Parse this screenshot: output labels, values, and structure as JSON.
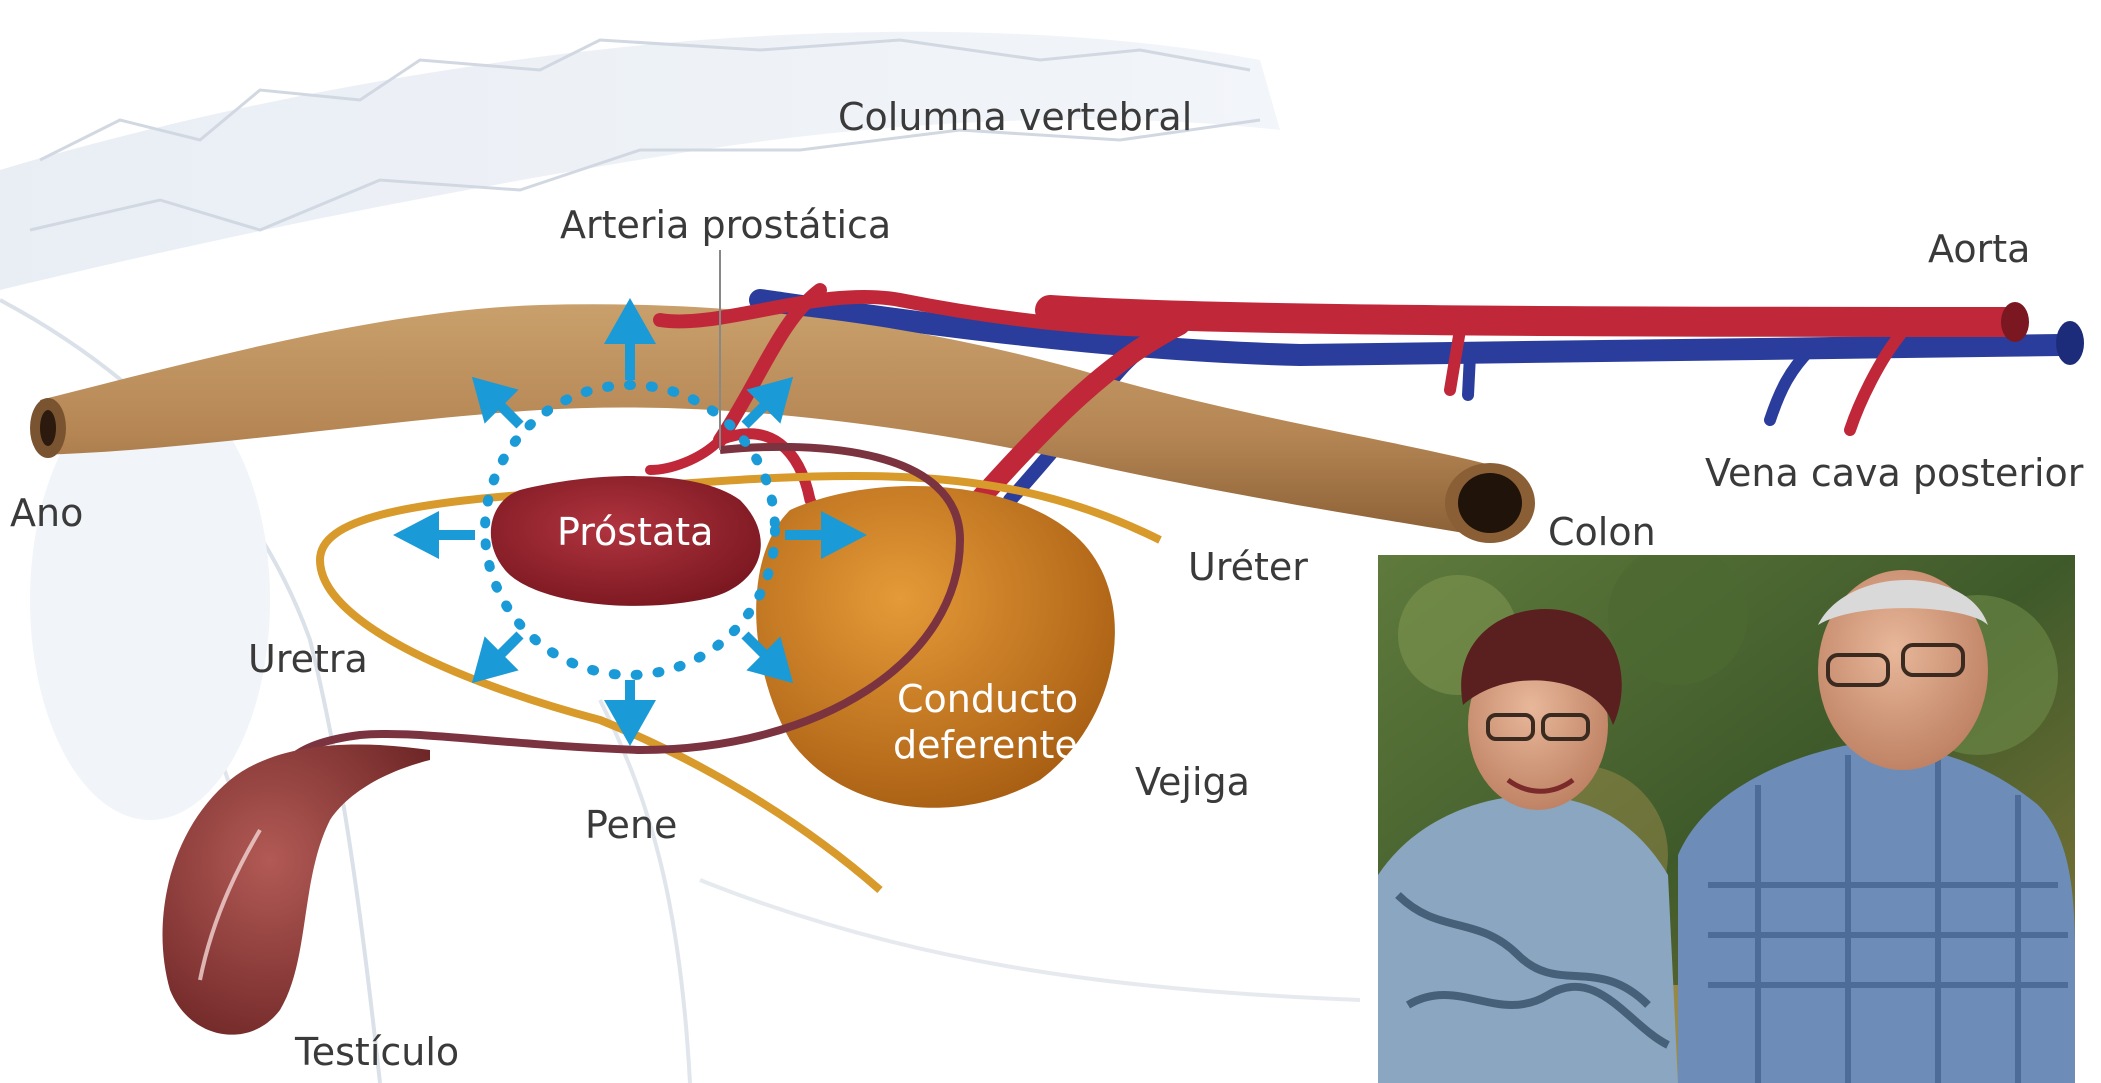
{
  "labels": {
    "columna_vertebral": "Columna vertebral",
    "arteria_prostatica": "Arteria prostática",
    "aorta": "Aorta",
    "vena_cava": "Vena cava posterior",
    "ano": "Ano",
    "prostata": "Próstata",
    "ureter": "Uréter",
    "colon": "Colon",
    "uretra": "Uretra",
    "conducto_1": "Conducto",
    "conducto_2": "deferente",
    "vejiga": "Vejiga",
    "pene": "Pene",
    "testiculo": "Testículo"
  },
  "colors": {
    "colon": "#b9895a",
    "artery": "#c0283a",
    "vein": "#2b3d9c",
    "prostate": "#8e1f2a",
    "bladder": "#c77a1d",
    "ureter": "#d89a2a",
    "arrows": "#1a9ad6",
    "testicle": "#8f3a3a"
  }
}
